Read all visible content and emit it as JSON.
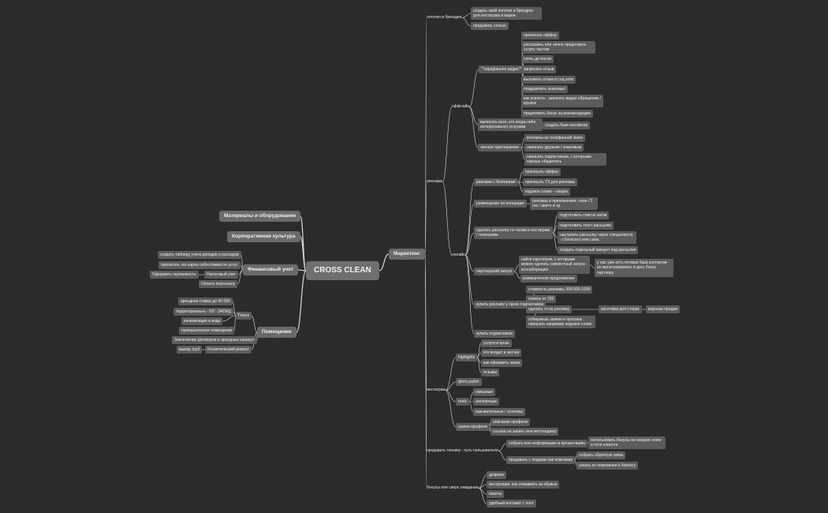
{
  "root": "CROSS CLEAN",
  "nodes": {
    "marketing": "Маркетинг",
    "materials": "Материалы и оборудование",
    "corp_culture": "Корпоративная культура",
    "finance": "Финансовый учет",
    "premises": "Помещение",
    "fin_table": "создать таблицу учета доходов и расходов",
    "fin_maps": "прописать тех карты себестоимости услуг",
    "fin_tax": "Налоговый учет",
    "fin_payback": "Оформить окупаемость",
    "fin_salary": "Оплата персоналу",
    "prem_search": "Поиск",
    "prem_rent": "арендная ставка до 40 000",
    "prem_territory": "территориально - ЮГ- ЗАПАД",
    "prem_sewer": "канализация и вода",
    "prem_industrial": "промышленное помещение",
    "prem_contract": "Заключение договоров и арендных каникул",
    "prem_pipes": "вывод труб",
    "prem_repair": "Косметический ремонт",
    "logo": "логотип и брендинг",
    "logo_create": "создать свой логотип и брендинг для инстаграм и марки",
    "logo_slogan": "придумать слоган",
    "ads": "реклама",
    "offline": "оффлайн",
    "sarafan": "\"\"сарафанное радио\"\"",
    "sarafan_1": "прописать оффер",
    "sarafan_2": "рассказать или лично предложить услугу частям",
    "sarafan_3": "снять до-после",
    "sarafan_4": "запросить отзыв",
    "sarafan_5": "выложить отзыв в соц.сети",
    "sarafan_6": "поздравлять знакомых",
    "sarafan_7": "как усилить - записать видео обращение / кружок",
    "sarafan_8": "предложить бонус за рекомендацию",
    "interested": "выписать всех, кто когда-либо интересовался услугами",
    "base": "создать базе контактов",
    "personal": "личное приглашение",
    "personal_1": "контакты из телефонной книги",
    "personal_2": "написать друзьям / знакомым",
    "personal_3": "написать подписчикам, с которыми хорошо общаетесь",
    "online": "онлайн",
    "bloggers": "реклама с блогерами",
    "bloggers_1": "прописать оффер",
    "bloggers_2": "прописать ТЗ для рекламы",
    "bloggers_3": "кодовое слово - скидка",
    "placement": "размещение на площадке",
    "placement_1": "реклама в приложениях -озон / 2 гис / авито и тд",
    "mailing": "сделать рассылку по чатам в инстаграм / телеграмм",
    "mailing_1": "подготовить список чатов",
    "mailing_2": "подготовить текст рассылки",
    "mailing_3": "настроить рассылку через специалиста - г.Geniusco или сама",
    "mailing_4": "создать отдельный аккаунт под рассылки",
    "partner": "партнерский запуск",
    "partner_1": "найти партнеров, с которыми можно сделать совместный запуск - коллаборацию",
    "partner_1a": "у нас уже есть готовая база контактов - ее монетизировать и дать бонус партнеру",
    "partner_2": "коммерческое предложение",
    "buy_ads": "купить рекламу у своих подписчиков",
    "buy_1": "стоимость рекламы 300-500-1000",
    "buy_2": "охваты от 200",
    "buy_3": "сделать тз на рекламу",
    "buy_3a": "заготовки для сторис",
    "buy_3b": "воронка продаж",
    "buy_4": "собираешь заявки и просишь написать например кодовое слово",
    "buy_subs": "купить подписчиков",
    "instagram": "инстаграм",
    "highlights": "highlights",
    "hl_1": "услуги и цены",
    "hl_2": "кто входит в экспер",
    "hl_3": "как оформить заказ",
    "hl_4": "отзывы",
    "photo": "фото работ",
    "reels": "reels",
    "reels_1": "смешные",
    "reels_2": "экспертные",
    "reels_3": "зазывательные / эстетика",
    "header": "шапка профиля",
    "header_1": "описание профиля",
    "header_2": "ссылка на запись или мессенджер",
    "sell_tech": "продавать технику - путь пользователя",
    "sell_1": "собрать всю информацию в презентацию",
    "sell_1a": "использовать бонусы на каждом этапе и пути клиента",
    "sell_2": "продавать с людьми они компании",
    "sell_2a": "собрать обратную связь",
    "sell_2b": "узнать их пожелания к бизнесу",
    "bonuses": "бонусы или сверх ожидания",
    "bonus_1": "дезрион",
    "bonus_2": "инструкция, как ухаживать за обувью",
    "bonus_3": "пакеты",
    "bonus_4": "удобный ингтакит с лого"
  },
  "colors": {
    "background": "#2b2b2b",
    "node": "#5c5c5c",
    "line": "#d8d8d8"
  }
}
